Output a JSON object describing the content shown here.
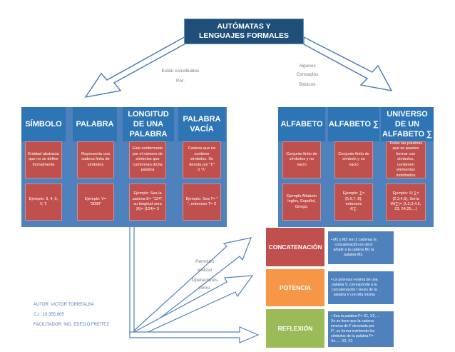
{
  "title": {
    "line1": "AUTÓMATAS Y",
    "line2": "LENGUAJES FORMALES"
  },
  "notes": {
    "left": [
      "Están constituidos",
      "Por:"
    ],
    "right": [
      "Algunos",
      "Conceptos",
      "Básicos"
    ],
    "middle": [
      "Permiten",
      "realizar",
      "Operaciones",
      "como:"
    ]
  },
  "columns": [
    {
      "key": "simbolo",
      "head": [
        "SÍMBOLO"
      ],
      "def": [
        "Entidad abstracta",
        "que no se define",
        "formalmente"
      ],
      "example": [
        "Ejemplo: 3, 4, 5,",
        "V, T."
      ]
    },
    {
      "key": "palabra",
      "head": [
        "PALABRA"
      ],
      "def": [
        "Representa una",
        "cadena finita de",
        "símbolos"
      ],
      "example": [
        "Ejemplo: V=",
        "\"3090\""
      ]
    },
    {
      "key": "longitud",
      "head": [
        "LONGITUD",
        "DE UNA",
        "PALABRA"
      ],
      "def": [
        "Esta conformada",
        "por el número de",
        "símbolos que",
        "conforman dicha",
        "palabra"
      ],
      "example": [
        "Ejemplo: Sea la",
        "cadena E= \"124\",",
        "su longitud sera",
        "|E|= |124|= 3"
      ]
    },
    {
      "key": "vacia",
      "head": [
        "PALABRA",
        "VACÍA"
      ],
      "def": [
        "Cadena que no",
        "contiene",
        "símbolos. Se",
        "denota por \"ℇ\"",
        "ó \"λ\""
      ],
      "example": [
        "Ejemplo: Sea T= \"",
        "\", entonces T= ℇ"
      ]
    },
    {
      "key": "alfabeto1",
      "head": [
        "ALFABETO"
      ],
      "def": [
        "Conjunto finito de",
        "símbolos y no vacío"
      ],
      "example": [
        "Ejemplo Alfabeto",
        "Ingles, Español,",
        "Griego."
      ]
    },
    {
      "key": "alfabeto2",
      "head": [
        "ALFABETO ∑"
      ],
      "def": [
        "Conjunto finito de",
        "símbolo y no vacío"
      ],
      "example": [
        "Ejemplo: ∑=",
        "{5,6,7, 8}, entonces",
        "∈∑."
      ]
    },
    {
      "key": "universo",
      "head": [
        "UNIVERSO",
        "DE UN",
        "ALFABETO ∑"
      ],
      "def": [
        "Todas las palabras",
        "que se pueden",
        "formar con",
        "símbolos, contienen",
        "elementos",
        "indefinidos"
      ],
      "example": [
        "Ejemplo: Si ∑=",
        "{2,3,4,5}, Sería",
        "W(∑)= {λ,2,3,4,5,",
        "23, 24,25,...}"
      ]
    }
  ],
  "operations": [
    {
      "key": "concatenacion",
      "label": "CONCATENACIÓN",
      "body": [
        "• M1 y M2 son 2 cadenas la",
        "concatenación es decir",
        "añadir a la cadena M1 la",
        "palabra M2."
      ]
    },
    {
      "key": "potencia",
      "label": "POTENCIA",
      "body": [
        "• La potencia i-esima de una",
        "palabra V, corresponde a la",
        "concatenación i veces de la",
        "palabra V con ella misma"
      ]
    },
    {
      "key": "reflexion",
      "label": "REFLEXIÓN",
      "body": [
        "• Sea la palabra F= X1, X2, ...",
        "Xn se tiene que la cadena",
        "inversa de F denotada por",
        "F¹, se forma invirtiendo los",
        "símbolos de la palabra F=",
        "Xn, ... X2, X1"
      ]
    }
  ],
  "author": {
    "line1": "AUTOR: VICTOR TORREALBA",
    "line2": "C.I.: 19.355.605",
    "line3": "FACILITADOR: ING. EDECIO FREITEZ"
  },
  "colors": {
    "title_bg": "#1f4e79",
    "header_bg": "#2e75b6",
    "box_red": "#c0504d",
    "op_red": "#c0504d",
    "op_orange": "#f79646",
    "op_green": "#9bbb59",
    "op_body": "#4f81bd",
    "arrow_fill": "#ffffff",
    "arrow_stroke": "#4f81bd"
  }
}
